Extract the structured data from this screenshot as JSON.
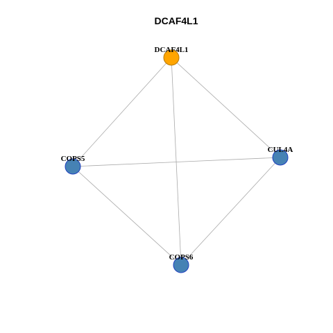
{
  "title": "DCAF4L1",
  "colors": {
    "edge": "#a9a9a9",
    "focus_fill": "#ffa500",
    "focus_stroke": "#b87800",
    "node_fill": "#4682b4",
    "node_stroke": "#1f3fbf"
  },
  "nodes": [
    {
      "id": "DCAF4L1",
      "label": "DCAF4L1",
      "focus": true
    },
    {
      "id": "CUL4A",
      "label": "CUL4A",
      "focus": false
    },
    {
      "id": "COPS5",
      "label": "COPS5",
      "focus": false
    },
    {
      "id": "COPS6",
      "label": "COPS6",
      "focus": false
    }
  ],
  "edges": [
    [
      "DCAF4L1",
      "COPS5"
    ],
    [
      "DCAF4L1",
      "CUL4A"
    ],
    [
      "DCAF4L1",
      "COPS6"
    ],
    [
      "COPS5",
      "CUL4A"
    ],
    [
      "COPS5",
      "COPS6"
    ],
    [
      "CUL4A",
      "COPS6"
    ]
  ]
}
